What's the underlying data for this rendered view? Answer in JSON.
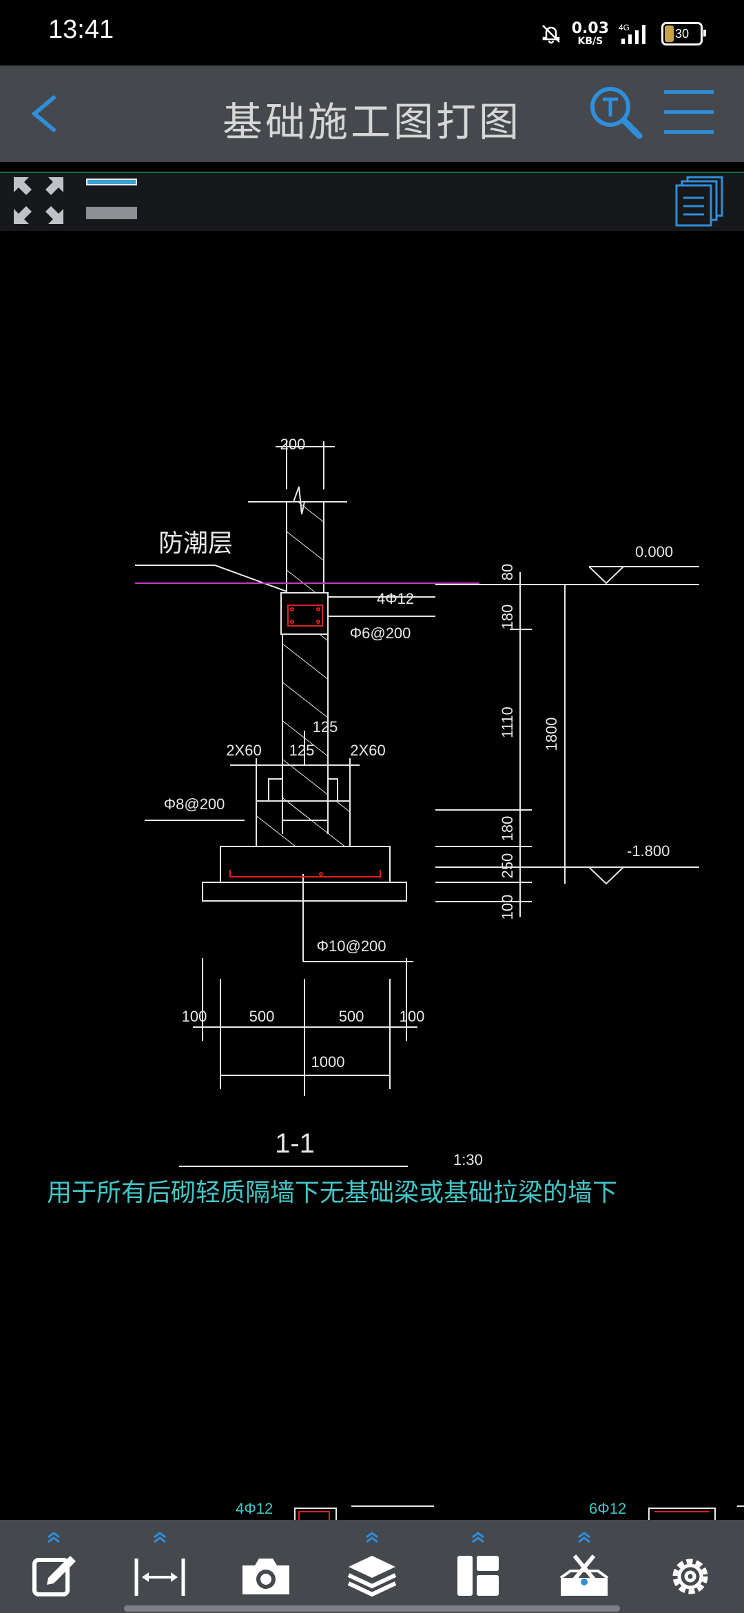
{
  "status_bar": {
    "time": "13:41",
    "net_speed": "0.03",
    "net_unit": "KB/S",
    "network": "4G",
    "battery": "30"
  },
  "header": {
    "title": "基础施工图打图"
  },
  "drawing": {
    "dims": {
      "wall_width": "200",
      "elev_top": "0.000",
      "elev_bottom": "-1.800",
      "d80": "80",
      "d180a": "180",
      "d1110": "1110",
      "d180b": "180",
      "d250": "250",
      "d100": "100",
      "d1800": "1800",
      "step1": "2X60",
      "step_mid": "125",
      "step_mid2": "125",
      "step2": "2X60",
      "b100a": "100",
      "b500a": "500",
      "b500b": "500",
      "b100b": "100",
      "b1000": "1000"
    },
    "labels": {
      "moisture": "防潮层",
      "rebar_main": "4Φ12",
      "rebar_stirrup": "Φ6@200",
      "rebar_step": "Φ8@200",
      "rebar_base": "Φ10@200",
      "section": "1-1",
      "scale": "1:30",
      "note": "用于所有后砌轻质隔墙下无基础梁或基础拉梁的墙下",
      "bottom_left": "4Φ12",
      "bottom_right": "6Φ12"
    }
  },
  "colors": {
    "line": "#e8e8e8",
    "rebar": "#e02020",
    "note": "#43c6c8",
    "moisture_line": "#c33bc3",
    "accent": "#2f8fdc"
  },
  "bottom_toolbar": {
    "icons": [
      "edit-icon",
      "measure-icon",
      "camera-icon",
      "layers-icon",
      "layout-icon",
      "tools-icon",
      "settings-icon"
    ]
  }
}
